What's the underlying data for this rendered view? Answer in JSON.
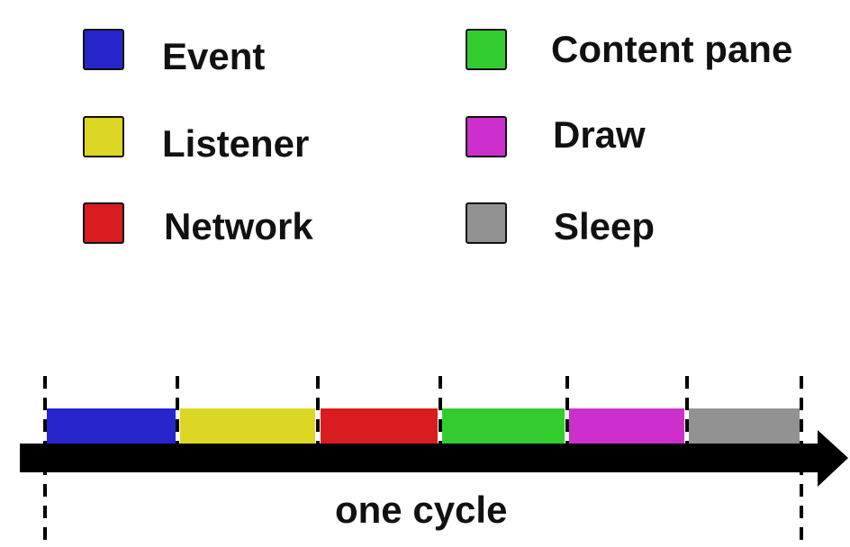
{
  "legend": [
    {
      "id": "event",
      "label": "Event",
      "color": "#2626cc"
    },
    {
      "id": "listener",
      "label": "Listener",
      "color": "#dcd624"
    },
    {
      "id": "network",
      "label": "Network",
      "color": "#d81c1f"
    },
    {
      "id": "content",
      "label": "Content pane",
      "color": "#33cc2f"
    },
    {
      "id": "draw",
      "label": "Draw",
      "color": "#cc2fcc"
    },
    {
      "id": "sleep",
      "label": "Sleep",
      "color": "#929292"
    }
  ],
  "timeline": {
    "phases": [
      "event",
      "listener",
      "network",
      "content",
      "draw",
      "sleep"
    ],
    "span_label": "one cycle"
  }
}
